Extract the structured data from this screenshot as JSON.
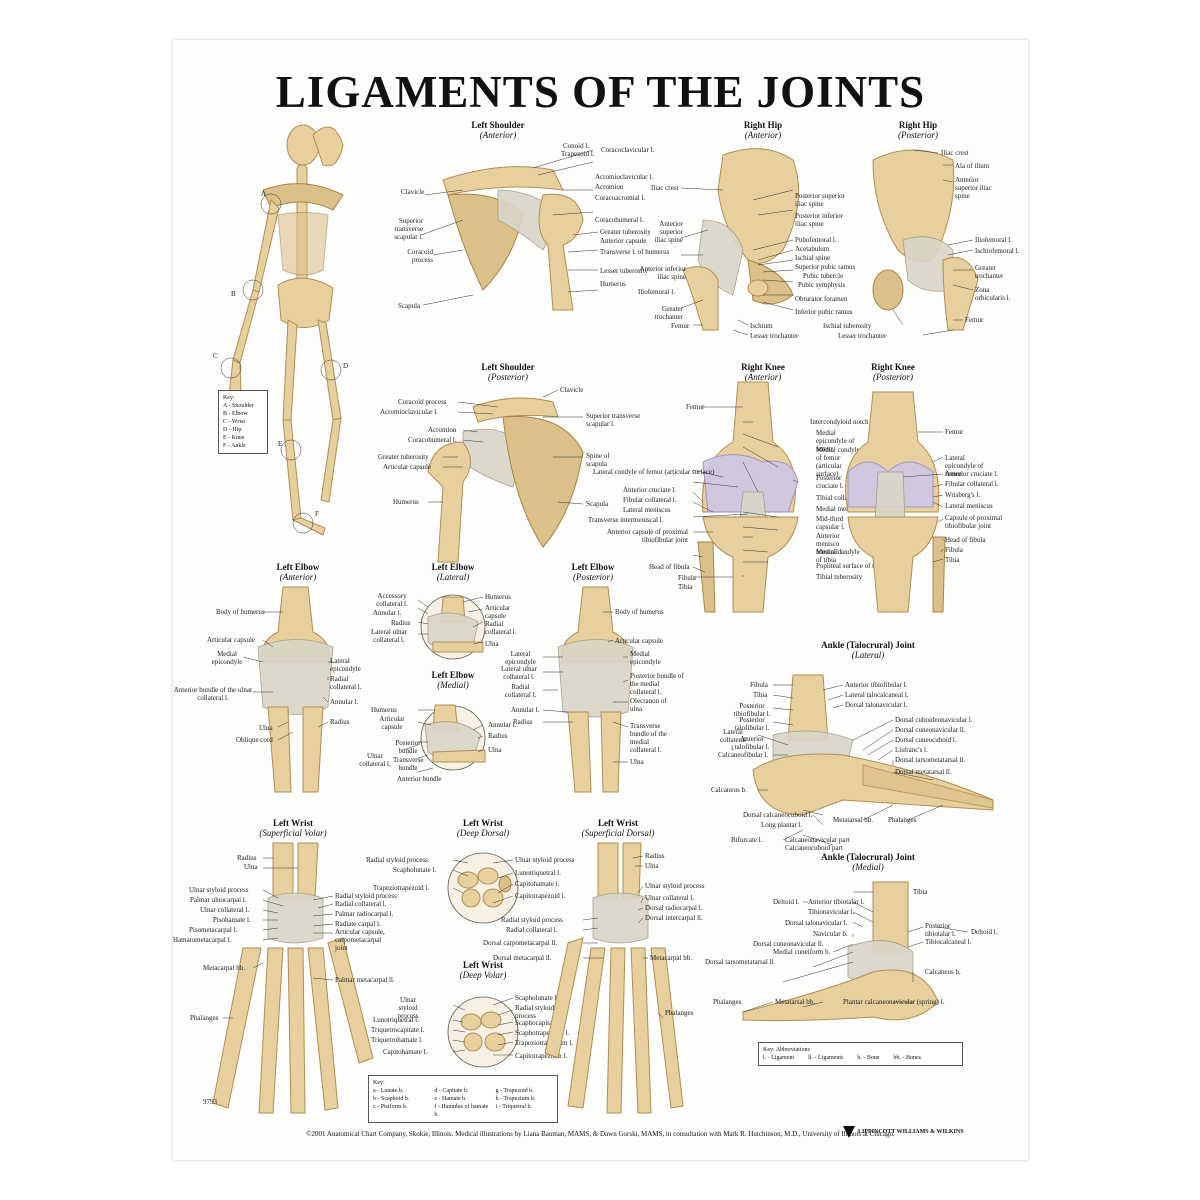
{
  "title": "LIGAMENTS OF THE JOINTS",
  "panels": {
    "shoulder_ant": {
      "title": "Left Shoulder",
      "sub": "(Anterior)",
      "labels": [
        "Conoid l.",
        "Trapezoid l.",
        "Coracoclavicular l.",
        "Clavicle",
        "Acromioclavicular l.",
        "Acromion",
        "Coracoacromial l.",
        "Superior transverse scapular l.",
        "Coracohumeral l.",
        "Greater tuberosity",
        "Anterior capsule",
        "Coracoid process",
        "Transverse l. of humerus",
        "Lesser tuberosity",
        "Humerus",
        "Scapula"
      ]
    },
    "hip_ant": {
      "title": "Right Hip",
      "sub": "(Anterior)",
      "labels": [
        "Iliac crest",
        "Posterior superior iliac spine",
        "Anterior superior iliac spine",
        "Posterior inferior iliac spine",
        "Anterior inferior iliac spine",
        "Iliofemoral l.",
        "Pubofemoral l.",
        "Acetabulum",
        "Ischial spine",
        "Superior pubic ramus",
        "Pubic tubercle",
        "Pubic symphysis",
        "Greater trochanter",
        "Obturator foramen",
        "Inferior pubic ramus",
        "Femur",
        "Ischium",
        "Lesser trochanter"
      ]
    },
    "hip_post": {
      "title": "Right Hip",
      "sub": "(Posterior)",
      "labels": [
        "Iliac crest",
        "Ala of ilium",
        "Anterior superior iliac spine",
        "Iliofemoral l.",
        "Ischiofemoral l.",
        "Greater trochanter",
        "Zona orbicularis l.",
        "Femur",
        "Ischial tuberosity",
        "Lesser trochanter"
      ]
    },
    "shoulder_post": {
      "title": "Left Shoulder",
      "sub": "(Posterior)",
      "labels": [
        "Coracoid process",
        "Clavicle",
        "Acromioclavicular l.",
        "Superior transverse scapular l.",
        "Acromion",
        "Coracohumeral l.",
        "Greater tuberosity",
        "Spine of scapula",
        "Articular capsule",
        "Humerus",
        "Scapula"
      ]
    },
    "knee_ant": {
      "title": "Right Knee",
      "sub": "(Anterior)",
      "labels": [
        "Femur",
        "Intercondyloid notch",
        "Medial epicondyle of femur",
        "Medial condyle of femur (articular surface)",
        "Lateral condyle of femur (articular surface)",
        "Posterior cruciate l.",
        "Anterior cruciate l.",
        "Tibial collateral l.",
        "Fibular collateral l.",
        "Lateral meniscus",
        "Medial meniscus",
        "Transverse intermeniscal l.",
        "Mid-third capsular l.",
        "Anterior capsule of proximal tibiofibular joint",
        "Anterior menisco femoral l.",
        "Medial condyle of tibia",
        "Head of fibula",
        "Popliteal surface of tibia",
        "Fibula",
        "Tibia",
        "Tibial tuberosity"
      ]
    },
    "knee_post": {
      "title": "Right Knee",
      "sub": "(Posterior)",
      "labels": [
        "Femur",
        "Lateral epicondyle of femur",
        "Anterior cruciate l.",
        "Fibular collateral l.",
        "Wrisberg's l.",
        "Lateral meniscus",
        "Capsule of proximal tibiofibular joint",
        "Head of fibula",
        "Fibula",
        "Tibia"
      ]
    },
    "elbow_ant": {
      "title": "Left Elbow",
      "sub": "(Anterior)",
      "labels": [
        "Body of humerus",
        "Articular capsule",
        "Medial epicondyle",
        "Lateral epicondyle",
        "Radial collateral l.",
        "Annular l.",
        "Anterior bundle of the ulnar collateral l.",
        "Radius",
        "Ulna",
        "Oblique cord"
      ]
    },
    "elbow_lat": {
      "title": "Left Elbow",
      "sub": "(Lateral)",
      "labels": [
        "Accessory collateral l.",
        "Annular l.",
        "Humerus",
        "Articular capsule",
        "Radius",
        "Radial collateral l.",
        "Lateral ulnar collateral l.",
        "Ulna"
      ]
    },
    "elbow_med": {
      "title": "Left Elbow",
      "sub": "(Medial)",
      "labels": [
        "Humerus",
        "Articular capsule",
        "Annular l.",
        "Radius",
        "Ulna",
        "Ulnar collateral l.",
        "Posterior bundle",
        "Transverse bundle",
        "Anterior bundle"
      ]
    },
    "elbow_post": {
      "title": "Left Elbow",
      "sub": "(Posterior)",
      "labels": [
        "Body of humerus",
        "Articular capsule",
        "Lateral epicondyle",
        "Medial epicondyle",
        "Lateral ulnar collateral l.",
        "Posterior bundle of the medial collateral l.",
        "Radial collateral l.",
        "Annular l.",
        "Olecranon of ulna",
        "Radius",
        "Transverse bundle of the medial collateral l.",
        "Ulna"
      ]
    },
    "ankle_lat": {
      "title": "Ankle (Talocrural) Joint",
      "sub": "(Lateral)",
      "labels": [
        "Fibula",
        "Anterior tibiofibular l.",
        "Tibia",
        "Lateral talocalcaneal l.",
        "Posterior tibiofibular l.",
        "Dorsal talonavicular l.",
        "Posterior talofibular l.",
        "Dorsal cuboideonavicular l.",
        "Lateral collateral l.",
        "Dorsal cuneonavicular ll.",
        "Anterior talofibular l.",
        "Dorsal cuneocuboid l.",
        "Calcaneofibular l.",
        "Lisfranc's l.",
        "Dorsal tarsometatarsal ll.",
        "Dorsal metatarsal ll.",
        "Calcaneus b.",
        "Dorsal calcaneocuboid l.",
        "Metatarsal bb.",
        "Phalanges",
        "Long plantar l.",
        "Bifurcate l.",
        "Calcaneonavicular part",
        "Calcaneocuboid part"
      ]
    },
    "ankle_med": {
      "title": "Ankle (Talocrural) Joint",
      "sub": "(Medial)",
      "labels": [
        "Tibia",
        "Anterior tibiotalar l.",
        "Deltoid l.",
        "Tibionavicular l.",
        "Dorsal talonavicular l.",
        "Posterior tibiotalar l.",
        "Navicular b.",
        "Deltoid l.",
        "Dorsal cuneonavicular ll.",
        "Tibiocalcaneal l.",
        "Medial cuneiform b.",
        "Dorsal tarsometatarsal ll.",
        "Calcaneus b.",
        "Phalanges",
        "Metatarsal bb.",
        "Plantar calcaneonavicular (spring) l."
      ]
    },
    "wrist_sv": {
      "title": "Left Wrist",
      "sub": "(Superficial Volar)",
      "labels": [
        "Radius",
        "Ulna",
        "Ulnar styloid process",
        "Radial styloid process",
        "Palmar ulnocarpal l.",
        "Radial collateral l.",
        "Ulnar collateral l.",
        "Palmar radiocarpal l.",
        "Pisohamate l.",
        "Radiate carpal l.",
        "Pisometacarpal l.",
        "Articular capsule, carpometacarpal joint",
        "Hamatometacarpal l.",
        "Metacarpal bb.",
        "Palmar metacarpal ll.",
        "Phalanges"
      ]
    },
    "wrist_dd": {
      "title": "Left Wrist",
      "sub": "(Deep Dorsal)",
      "labels": [
        "Radial styloid process",
        "Ulnar styloid process",
        "Scapholunate l.",
        "Lunotriquetral l.",
        "Trapeziotrapezoid l.",
        "Capitohamate l.",
        "Capitotrapezoid l."
      ]
    },
    "wrist_dv": {
      "title": "Left Wrist",
      "sub": "(Deep Volar)",
      "labels": [
        "Ulnar styloid process",
        "Scapholunate l.",
        "Radial styloid process",
        "Lunotriquetral l.",
        "Scaphocapitate l.",
        "Triquetrocapitate l.",
        "Scaphotrapezium l.",
        "Triquetrohamate l.",
        "Trapeziotrapezium l.",
        "Capitohamate l.",
        "Capitotrapezium l."
      ]
    },
    "wrist_sd": {
      "title": "Left Wrist",
      "sub": "(Superficial Dorsal)",
      "labels": [
        "Radius",
        "Ulna",
        "Ulnar styloid process",
        "Ulnar collateral l.",
        "Dorsal radiocarpal l.",
        "Radial styloid process",
        "Dorsal intercarpal ll.",
        "Radial collateral l.",
        "Dorsal carpometacarpal ll.",
        "Metacarpal bb.",
        "Dorsal metacarpal ll.",
        "Phalanges"
      ]
    }
  },
  "skeleton_key": {
    "title": "Key:",
    "items": [
      "A - Shoulder",
      "B - Elbow",
      "C - Wrist",
      "D - Hip",
      "E - Knee",
      "F - Ankle"
    ],
    "markers": [
      "A",
      "B",
      "C",
      "D",
      "E",
      "F"
    ]
  },
  "bones_key": {
    "title": "Key:",
    "items": [
      "a - Lunate b.",
      "b - Scaphoid b.",
      "c - Pisiform b.",
      "d - Capitate b.",
      "e - Hamate b.",
      "f - Hamulus of hamate b.",
      "g - Trapezoid b.",
      "h - Trapezium b.",
      "i - Triquetral b."
    ]
  },
  "abbrev_key": {
    "title": "Key: Abbreviations",
    "items": [
      "l. - Ligament",
      "ll. - Ligaments",
      "b. - Bone",
      "bb. - Bones"
    ]
  },
  "catalog_number": "9793",
  "footer": "©2001 Anatomical Chart Company, Skokie, Illinois. Medical illustrations by Liana Bauman, MAMS, & Dawn Gorski, MAMS, in consultation with Mark R. Hutchinson, M.D., University of Illinois at Chicago.",
  "publisher": "LIPPINCOTT WILLIAMS & WILKINS"
}
